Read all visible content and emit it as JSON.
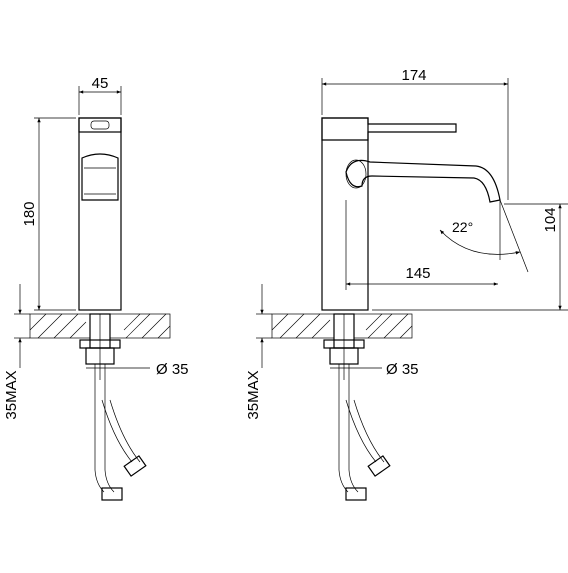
{
  "dimensions": {
    "front_width": "45",
    "front_height": "180",
    "side_width": "174",
    "spout_reach": "145",
    "spout_height": "104",
    "spout_angle": "22°",
    "hole_diameter_left": "Ø 35",
    "hole_diameter_right": "Ø 35",
    "max_thickness_left": "35MAX",
    "max_thickness_right": "35MAX"
  },
  "colors": {
    "line": "#000000",
    "background": "#ffffff"
  }
}
